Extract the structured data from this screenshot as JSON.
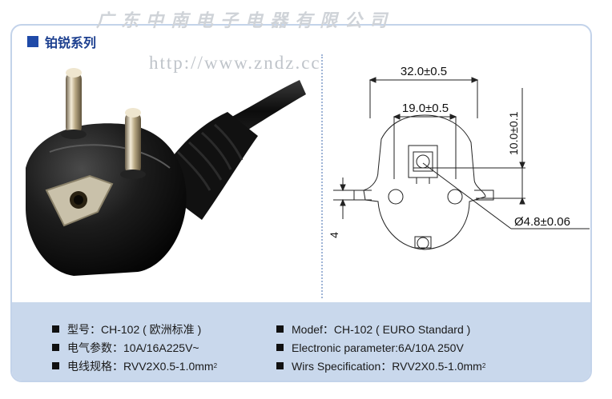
{
  "watermark": {
    "company": "广东中南电子电器有限公司",
    "url": "http://www.zndz.cc"
  },
  "header": {
    "series_title": "铂锐系列"
  },
  "drawing": {
    "dim_width": "32.0±0.5",
    "dim_pin_spacing": "19.0±0.5",
    "dim_height": "10.0±0.1",
    "dim_pin_diameter": "Ø4.8±0.06",
    "dim_side": "4"
  },
  "specs": {
    "cn": {
      "model": "型号：CH-102 ( 欧洲标准 )",
      "electrical": "电气参数：10A/16A225V~",
      "cable_prefix": "电线规格：RVV2X0.5-1.0mm",
      "cable_sup": "2"
    },
    "en": {
      "model": "Modef：CH-102 ( EURO Standard )",
      "electrical": "Electronic parameter:6A/10A 250V",
      "cable_prefix": "Wirs Specification：RVV2X0.5-1.0mm",
      "cable_sup": "2"
    }
  },
  "colors": {
    "accent": "#1f4aa8",
    "frame_border": "#c3d3ea",
    "spec_band": "#c9d8ec"
  }
}
